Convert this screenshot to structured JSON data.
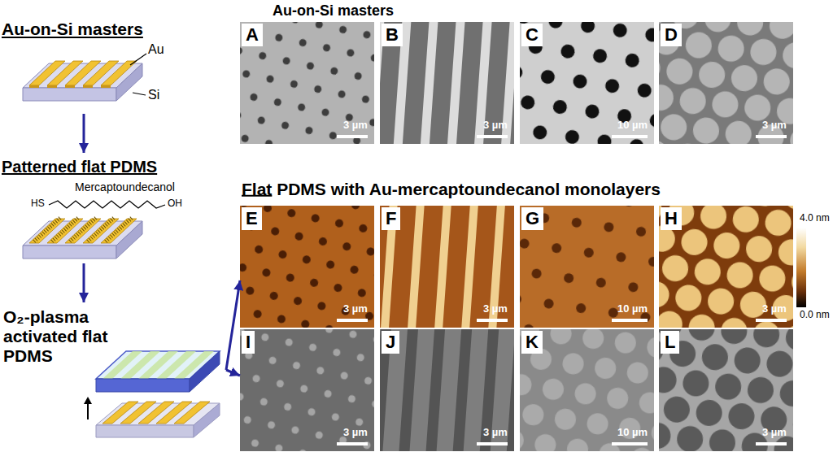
{
  "diagram": {
    "nodes": [
      {
        "text": [
          "Au-on-Si masters",
          "Au",
          "Si"
        ]
      },
      {
        "text": [
          "Patterned flat PDMS",
          "Mercaptoundecanol",
          "HS",
          "OH"
        ]
      },
      {
        "text": [
          "O₂-plasma activated flat PDMS"
        ]
      },
      {
        "text": [
          "A",
          "3 µm"
        ]
      },
      {
        "text": [
          "B",
          "3 µm"
        ]
      },
      {
        "text": [
          "C",
          "10 µm"
        ]
      },
      {
        "text": [
          "D",
          "3 µm"
        ]
      },
      {
        "text": [
          "E",
          "3 µm"
        ]
      },
      {
        "text": [
          "F",
          "3 µm"
        ]
      },
      {
        "text": [
          "G",
          "10 µm"
        ]
      },
      {
        "text": [
          "H",
          "3 µm"
        ]
      },
      {
        "text": [
          "I",
          "3 µm"
        ]
      },
      {
        "text": [
          "J",
          "3 µm"
        ]
      },
      {
        "text": [
          "K",
          "10 µm"
        ]
      },
      {
        "text": [
          "L",
          "3 µm"
        ]
      }
    ],
    "edges": [
      {
        "from": 0,
        "to": 1,
        "arrow": "to"
      },
      {
        "from": 1,
        "to": 2,
        "arrow": "to"
      },
      {
        "from": 2,
        "to": 7,
        "arrow": "to"
      },
      {
        "from": 2,
        "to": 11,
        "arrow": "to"
      }
    ],
    "labels": [
      "Au-on-Si masters",
      "Flat PDMS with Au-mercaptoundecanol monolayers",
      "4.0 nm",
      "0.0 nm"
    ]
  }
}
